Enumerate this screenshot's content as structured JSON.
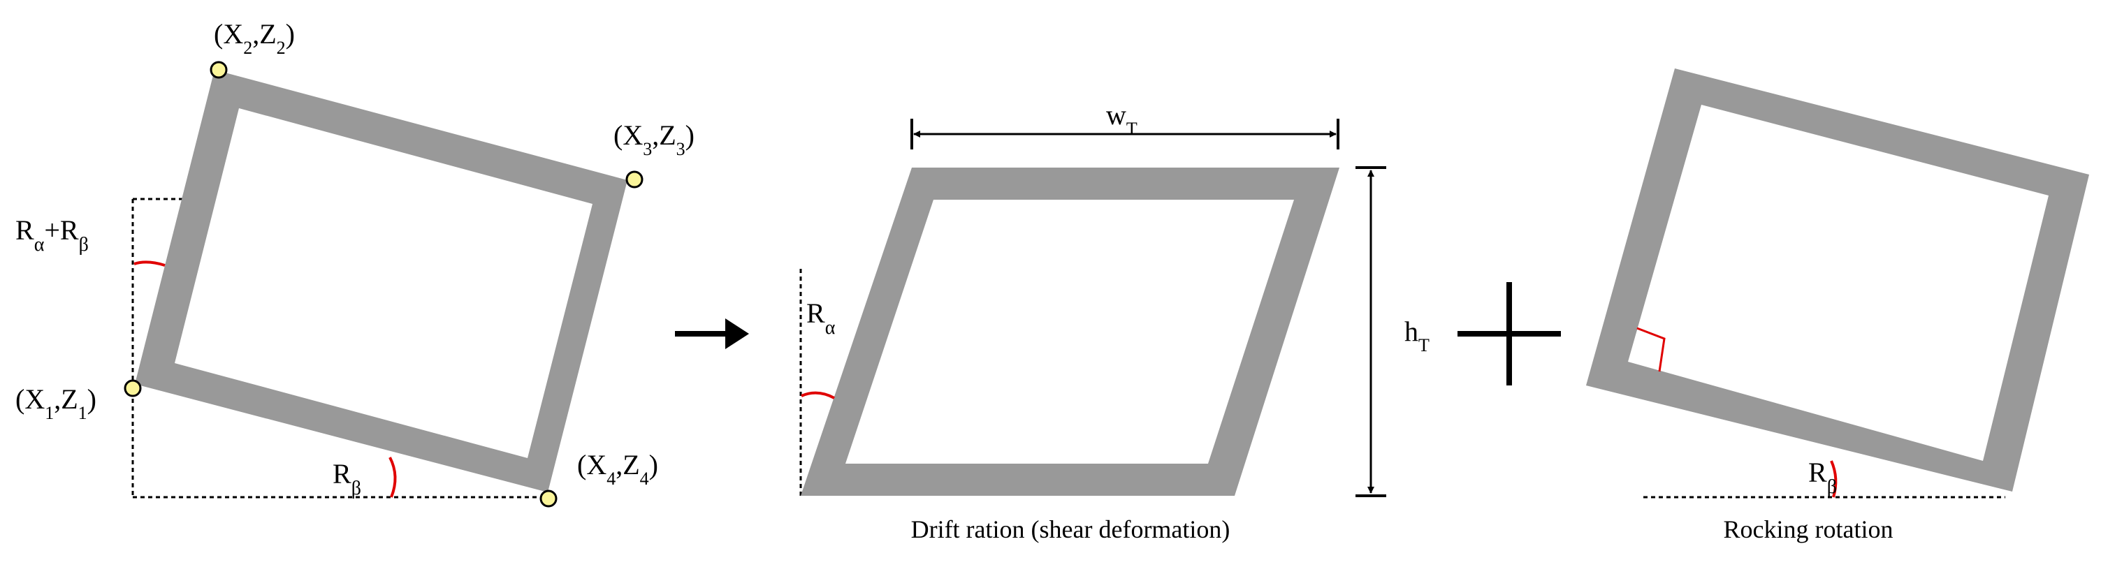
{
  "colors": {
    "frame": "#999999",
    "angle_arc": "#e00000",
    "node_fill": "#fbf59a",
    "line": "#000000"
  },
  "left": {
    "nodes": [
      {
        "pre": "(X",
        "s1": "1",
        "mid": ",Z",
        "s2": "1",
        "post": ")"
      },
      {
        "pre": "(X",
        "s1": "2",
        "mid": ",Z",
        "s2": "2",
        "post": ")"
      },
      {
        "pre": "(X",
        "s1": "3",
        "mid": ",Z",
        "s2": "3",
        "post": ")"
      },
      {
        "pre": "(X",
        "s1": "4",
        "mid": ",Z",
        "s2": "4",
        "post": ")"
      }
    ],
    "total_angle": {
      "r1": "R",
      "s1": "α",
      "plus": "+",
      "r2": "R",
      "s2": "β"
    },
    "rocking_angle": {
      "r": "R",
      "s": "β"
    }
  },
  "middle": {
    "width_label": {
      "main": "w",
      "sub": "T"
    },
    "height_label": {
      "main": "h",
      "sub": "T"
    },
    "drift_angle": {
      "r": "R",
      "s": "α"
    },
    "caption": "Drift ration (shear deformation)"
  },
  "right": {
    "rocking_angle": {
      "r": "R",
      "s": "β"
    },
    "caption": "Rocking rotation"
  }
}
